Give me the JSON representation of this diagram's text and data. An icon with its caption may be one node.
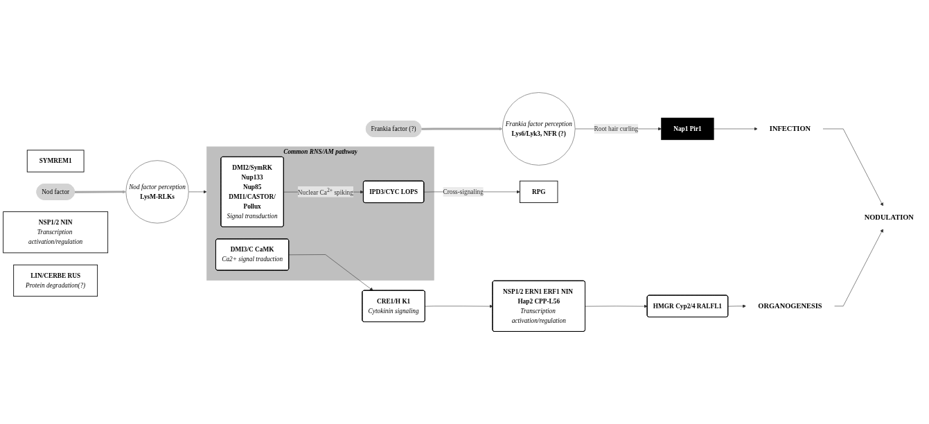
{
  "diagram": {
    "nodes": [
      {
        "text": [
          "Frankia factor (?)"
        ]
      },
      {
        "text": [
          "Frankia factor perception",
          "Lys6/Lyk3, NFR (?)"
        ]
      },
      {
        "text": [
          "SYMREM1"
        ]
      },
      {
        "text": [
          "Nod factor perception",
          "LysM-RLKs"
        ]
      },
      {
        "text": [
          "Nod factor"
        ]
      },
      {
        "text": [
          "NSP1/2 NIN",
          "Transcription activation/regulation"
        ]
      },
      {
        "text": [
          "Nap1 Pir1"
        ]
      },
      {
        "text": [
          "LIN/CERBE RUS",
          "Protein degradation(?)"
        ]
      },
      {
        "text": [
          "RPG"
        ]
      },
      {
        "text": [
          "Common RNS/AM pathway"
        ]
      },
      {
        "text": [
          "DMI2/SymRK",
          "Nup133",
          "Nup85",
          "DMI1/CASTOR/",
          "Pollux",
          "Signal transduction"
        ],
        "in": 9
      },
      {
        "text": [
          "IPD3/CYC LOPS"
        ],
        "in": 9
      },
      {
        "text": [
          "DMI3/C CaMK",
          "Ca2+ signal traduction"
        ],
        "in": 9
      },
      {
        "text": [
          "CRE1/H K1",
          "Cytokinin signaling"
        ]
      },
      {
        "text": [
          "NSP1/2 ERN1 ERF1 NIN Hap2 CPP-L56",
          "Transcription activation/regulation"
        ]
      },
      {
        "text": [
          "HMGR Cyp2/4 RALFL1"
        ]
      },
      {
        "text": [
          "ORGANOGENESIS"
        ]
      },
      {
        "text": [
          "INFECTION"
        ]
      },
      {
        "text": [
          "NODULATION"
        ]
      }
    ],
    "edges": [
      {
        "from": 0,
        "to": 1,
        "arrow": "to",
        "style": "thick",
        "color": "#a6a6a6"
      },
      {
        "from": 4,
        "to": 3,
        "arrow": "to",
        "style": "thick",
        "color": "#a6a6a6"
      },
      {
        "from": 1,
        "to": 6,
        "arrow": "to",
        "label": "Root hair curling"
      },
      {
        "from": 3,
        "to": 9,
        "arrow": "to"
      },
      {
        "from": 10,
        "to": 11,
        "arrow": "to",
        "label": "Nuclear Ca$^{2+}$ spiking"
      },
      {
        "from": 11,
        "to": 8,
        "arrow": "to",
        "label": "Cross-signaling"
      },
      {
        "from": 12,
        "to": 13,
        "arrow": "to"
      },
      {
        "from": 13,
        "to": 14,
        "arrow": "to"
      },
      {
        "from": 14,
        "to": 15,
        "arrow": "to"
      },
      {
        "from": 15,
        "to": 16,
        "arrow": "to"
      },
      {
        "from": 6,
        "to": 17,
        "arrow": "to"
      },
      {
        "from": 17,
        "to": 18,
        "arrow": "to"
      },
      {
        "from": 16,
        "to": 18,
        "arrow": "to"
      }
    ]
  }
}
